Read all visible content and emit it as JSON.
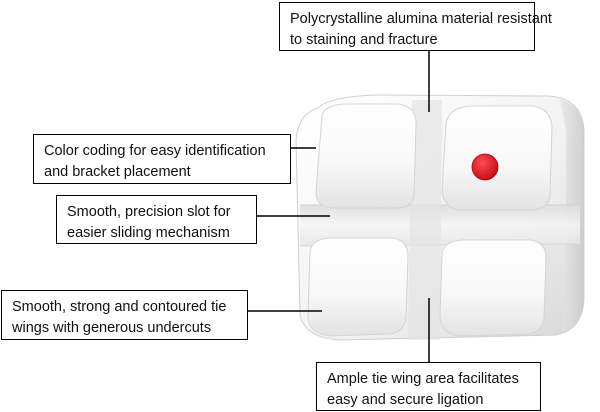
{
  "callouts": {
    "material": {
      "line1": "Polycrystalline alumina material resistant",
      "line2": "to staining and fracture"
    },
    "color_coding": {
      "line1": "Color coding for easy identification",
      "line2": "and bracket placement"
    },
    "slot": {
      "line1": "Smooth, precision slot for",
      "line2": "easier sliding mechanism"
    },
    "tie_wings": {
      "line1": "Smooth, strong and contoured tie",
      "line2": "wings with generous undercuts"
    },
    "ligation": {
      "line1": "Ample tie wing area facilitates",
      "line2": "easy and secure ligation"
    }
  },
  "colors": {
    "color_dot": "#e8101e",
    "bracket_body": "#f4f4f4",
    "callout_border": "#000000"
  }
}
